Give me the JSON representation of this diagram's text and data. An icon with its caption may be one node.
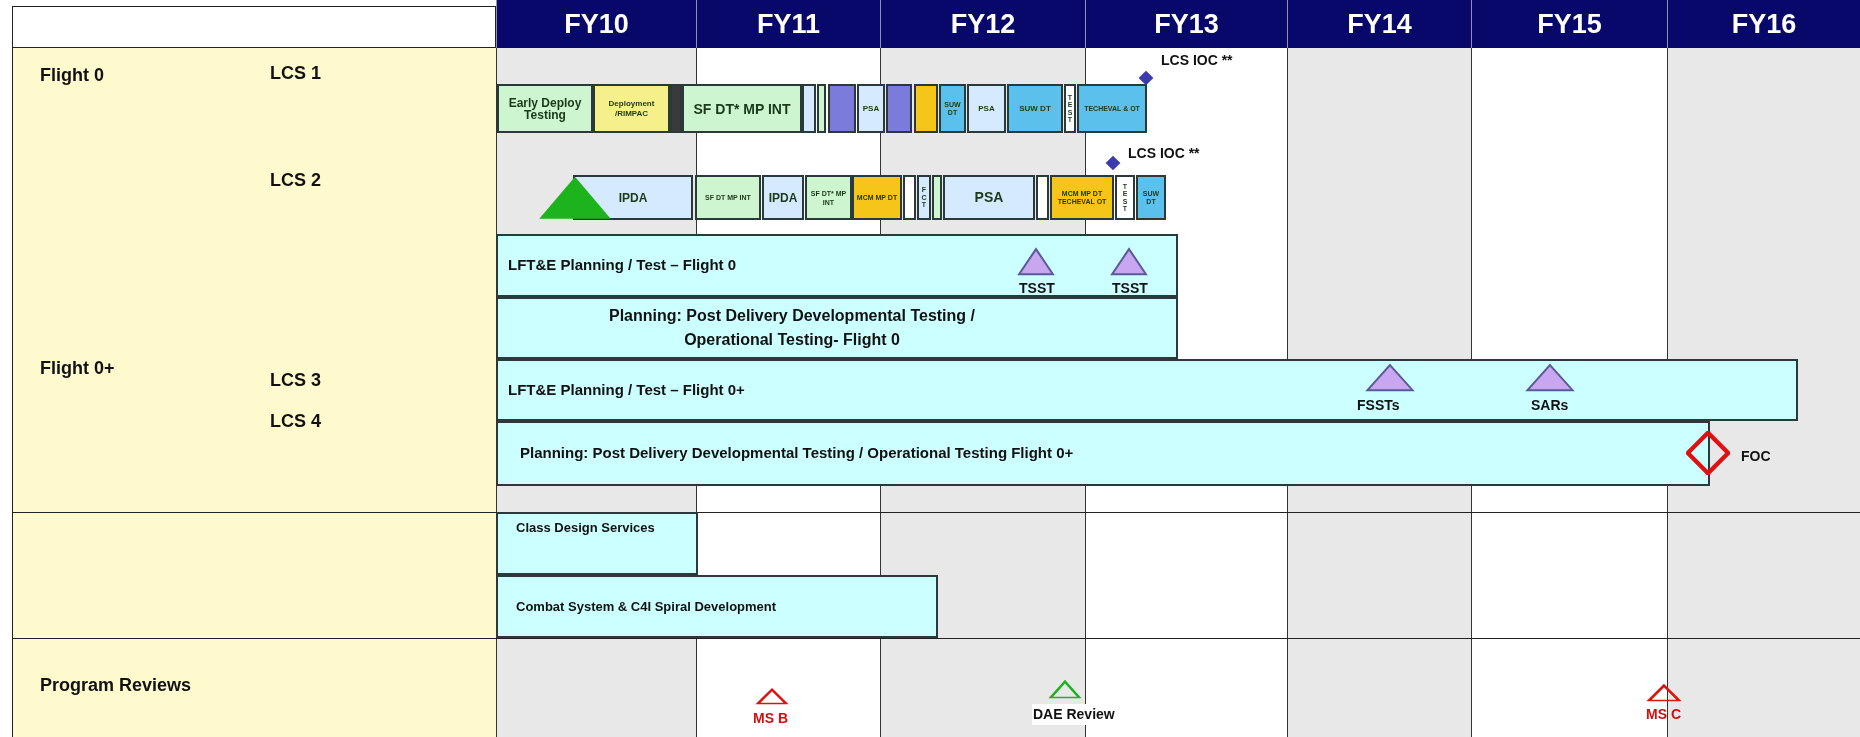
{
  "diagram": {
    "nodes": [
      {
        "text": [
          "FY10"
        ]
      },
      {
        "text": [
          "FY11"
        ]
      },
      {
        "text": [
          "FY12"
        ]
      },
      {
        "text": [
          "FY13"
        ]
      },
      {
        "text": [
          "FY14"
        ]
      },
      {
        "text": [
          "FY15"
        ]
      },
      {
        "text": [
          "FY16"
        ]
      },
      {
        "text": [
          "Early Deploy Testing"
        ]
      },
      {
        "text": [
          "Deployment /RIMPAC"
        ]
      },
      {
        "text": [],
        "shape": "bar"
      },
      {
        "text": [
          "SF DT* MP INT"
        ]
      },
      {
        "text": [],
        "shape": "bar"
      },
      {
        "text": [],
        "shape": "bar"
      },
      {
        "text": [],
        "shape": "bar"
      },
      {
        "text": [
          "PSA"
        ]
      },
      {
        "text": [],
        "shape": "bar"
      },
      {
        "text": [],
        "shape": "bar"
      },
      {
        "text": [
          "SUW DT"
        ]
      },
      {
        "text": [
          "PSA"
        ]
      },
      {
        "text": [
          "SUW DT"
        ]
      },
      {
        "text": [
          "TEST"
        ]
      },
      {
        "text": [
          "TECHEVAL & OT"
        ]
      },
      {
        "text": [],
        "shape": "diamond",
        "beside": [
          "LCS IOC **"
        ]
      },
      {
        "text": [],
        "shape": "triangle"
      },
      {
        "text": [
          "IPDA"
        ]
      },
      {
        "text": [
          "SF DT MP INT"
        ]
      },
      {
        "text": [
          "IPDA"
        ]
      },
      {
        "text": [
          "SF DT* MP INT"
        ]
      },
      {
        "text": [
          "MCM MP DT"
        ]
      },
      {
        "text": [],
        "shape": "bar"
      },
      {
        "text": [
          "FCT"
        ]
      },
      {
        "text": [],
        "shape": "bar"
      },
      {
        "text": [
          "PSA"
        ]
      },
      {
        "text": [],
        "shape": "bar"
      },
      {
        "text": [
          "MCM MP DT TECHEVAL OT"
        ]
      },
      {
        "text": [
          "TEST"
        ]
      },
      {
        "text": [
          "SUW DT"
        ]
      },
      {
        "text": [],
        "shape": "diamond",
        "beside": [
          "LCS IOC **"
        ]
      },
      {
        "text": [
          "LFT&E Planning / Test – Flight 0"
        ]
      },
      {
        "text": [],
        "shape": "triangle",
        "in": 38,
        "beside": [
          "TSST"
        ]
      },
      {
        "text": [],
        "shape": "triangle",
        "in": 38,
        "beside": [
          "TSST"
        ]
      },
      {
        "text": [
          "Planning:  Post Delivery Developmental Testing / Operational Testing- Flight 0"
        ]
      },
      {
        "text": [
          "LFT&E Planning / Test – Flight 0+"
        ]
      },
      {
        "text": [],
        "shape": "triangle",
        "in": 42,
        "beside": [
          "FSSTs"
        ]
      },
      {
        "text": [],
        "shape": "triangle",
        "in": 42,
        "beside": [
          "SARs"
        ]
      },
      {
        "text": [
          "Planning:  Post Delivery Developmental Testing / Operational Testing Flight 0+"
        ]
      },
      {
        "text": [],
        "shape": "diamond",
        "beside": [
          "FOC"
        ]
      },
      {
        "text": [
          "Class Design Services"
        ]
      },
      {
        "text": [
          "Combat System  & C4I Spiral Development"
        ]
      },
      {
        "text": [],
        "shape": "triangle",
        "beside": [
          "MS B"
        ]
      },
      {
        "text": [],
        "shape": "triangle",
        "beside": [
          "DAE Review"
        ]
      },
      {
        "text": [],
        "shape": "triangle",
        "beside": [
          "MS C"
        ]
      }
    ],
    "edges": [],
    "labels": [
      "Flight 0",
      "LCS 1",
      "LCS 2",
      "Flight 0+",
      "LCS 3",
      "LCS 4",
      "Program Reviews"
    ]
  }
}
